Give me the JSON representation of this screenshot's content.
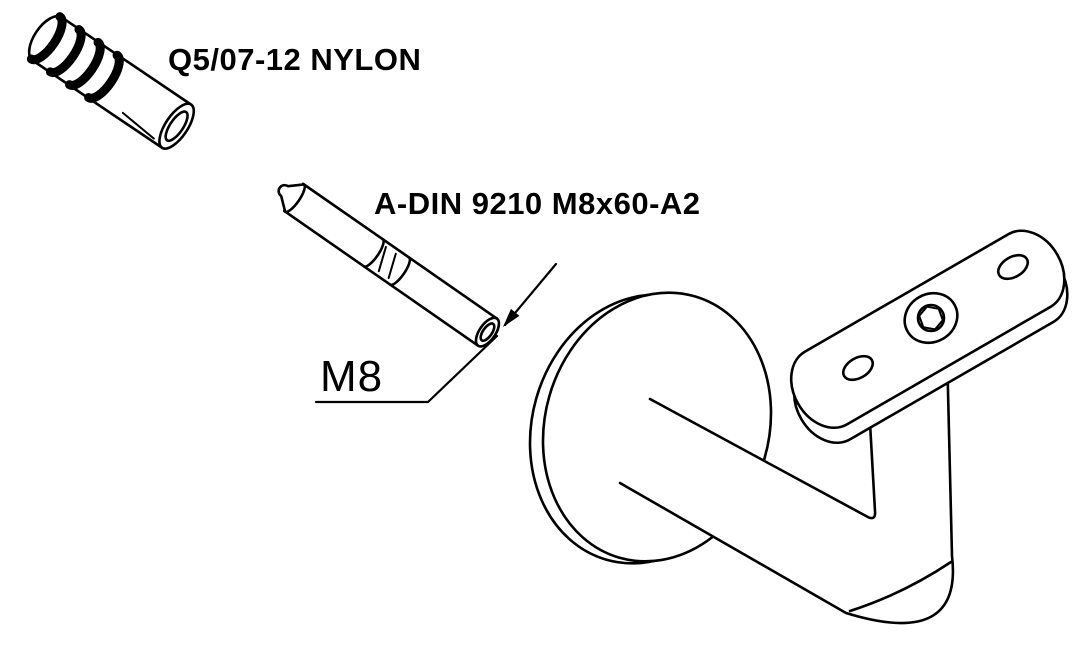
{
  "drawing": {
    "type": "technical-line-drawing",
    "labels": {
      "anchor": "Q5/07-12 NYLON",
      "stud": "A-DIN 9210 M8x60-A2",
      "dimension": "M8"
    },
    "parts": {
      "anchor": "nylon wall plug with anti-rotation fins",
      "stud": "double-ended threaded stud with center collar",
      "bracket": "wall-mounted handrail bracket with round wall plate, bent tubular arm and oval saddle plate with two screw holes and one hex-socket screw"
    },
    "colors": {
      "background": "#ffffff",
      "line": "#000000"
    }
  }
}
